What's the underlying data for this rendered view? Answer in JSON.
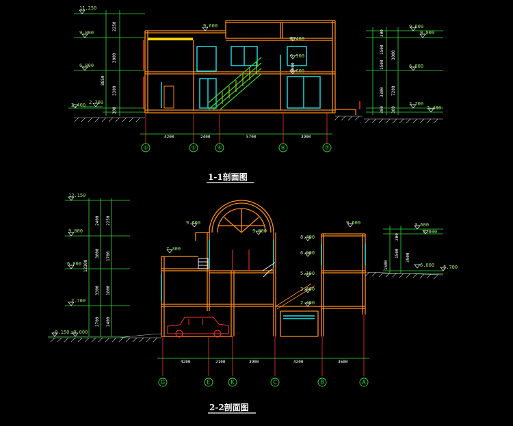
{
  "section_1": {
    "title": "1-1剖面图",
    "left_elevations": [
      "11.250",
      "9.000",
      "6.000",
      "2.400",
      "2.700"
    ],
    "left_dims": [
      "2250",
      "3000",
      "8850",
      "3300",
      "300"
    ],
    "right_elevations": [
      "9.600",
      "9.000",
      "6.000",
      "2.700",
      "2.400"
    ],
    "right_dims": [
      "300",
      "1500",
      "1500",
      "3300",
      "300",
      "3000",
      "7200",
      "300"
    ],
    "inner_elevations": [
      "9.600",
      "8.400",
      "6.900",
      "3.600"
    ],
    "inner_dim": "1000",
    "bottom_dims": [
      "4200",
      "2400",
      "5700",
      "3900"
    ],
    "axes": [
      "①",
      "①",
      "④",
      "⑥",
      "⑦"
    ]
  },
  "section_2": {
    "title": "2-2剖面图",
    "left_elevations": [
      "12.150",
      "9.000",
      "6.000",
      "2.700",
      "-0.150",
      "±0.000"
    ],
    "left_dims": [
      "2250",
      "2400",
      "3000",
      "12300",
      "1700",
      "3300",
      "1800",
      "2700",
      "2400"
    ],
    "right_elevations": [
      "3.600",
      "9.000",
      "6.000",
      "5.700"
    ],
    "right_dims": [
      "300",
      "1500",
      "1500",
      "3900"
    ],
    "inner_elevations": [
      "9.600",
      "7.300",
      "9.000",
      "8.400",
      "6.900",
      "5.100",
      "3.600",
      "2.400",
      "9.600"
    ],
    "bottom_dims": [
      "4200",
      "2100",
      "3900",
      "4200",
      "3600"
    ],
    "axes": [
      "G",
      "E",
      "K",
      "C",
      "B",
      "A"
    ]
  }
}
